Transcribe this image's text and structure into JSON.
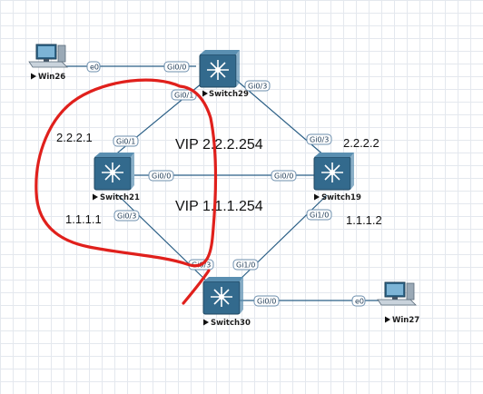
{
  "nodes": {
    "win26": "Win26",
    "switch29": "Switch29",
    "switch21": "Switch21",
    "switch19": "Switch19",
    "switch30": "Switch30",
    "win27": "Win27"
  },
  "ports": {
    "win26_e0": "e0",
    "sw29_gi00": "Gi0/0",
    "sw29_gi01": "Gi0/1",
    "sw29_gi03": "Gi0/3",
    "sw21_gi01": "Gi0/1",
    "sw21_gi00": "Gi0/0",
    "sw21_gi03": "Gi0/3",
    "sw19_gi03": "Gi0/3",
    "sw19_gi00": "Gi0/0",
    "sw19_gi10": "Gi1/0",
    "sw30_gi03": "Gi0/3",
    "sw30_gi10": "Gi1/0",
    "sw30_gi00": "Gi0/0",
    "win27_e0": "e0"
  },
  "annotations": {
    "ip_sw21_top": "2.2.2.1",
    "ip_sw21_bottom": "1.1.1.1",
    "ip_sw19_top": "2.2.2.2",
    "ip_sw19_bottom": "1.1.1.2",
    "vip_top": "VIP 2.2.2.254",
    "vip_bottom": "VIP 1.1.1.254"
  },
  "colors": {
    "link": "#2b5f86",
    "switch": "#336a8d",
    "highlight_stroke": "#e0201c"
  },
  "icons": {
    "switch": "multilayer-switch-icon",
    "pc": "desktop-pc-icon",
    "play": "play-triangle-icon"
  }
}
